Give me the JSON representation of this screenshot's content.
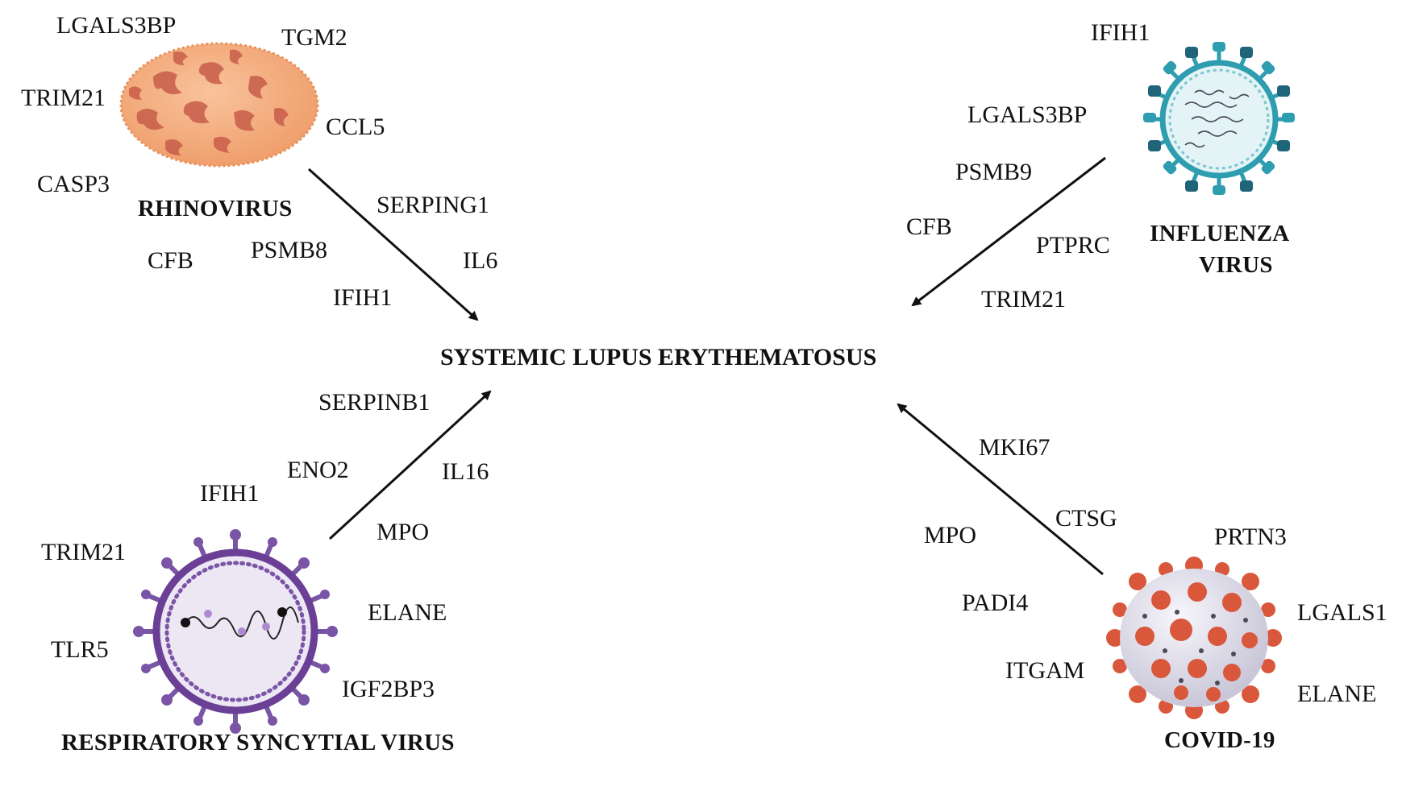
{
  "center": {
    "title": "SYSTEMIC LUPUS ERYTHEMATOSUS"
  },
  "rhinovirus": {
    "title": "RHINOVIRUS",
    "genes": [
      "LGALS3BP",
      "TGM2",
      "TRIM21",
      "CCL5",
      "CASP3",
      "SERPING1",
      "CFB",
      "PSMB8",
      "IL6",
      "IFIH1"
    ]
  },
  "influenza": {
    "title_line1": "INFLUENZA",
    "title_line2": "VIRUS",
    "genes": [
      "IFIH1",
      "LGALS3BP",
      "PSMB9",
      "CFB",
      "PTPRC",
      "TRIM21"
    ]
  },
  "rsv": {
    "title": "RESPIRATORY SYNCYTIAL VIRUS",
    "genes": [
      "SERPINB1",
      "ENO2",
      "IL16",
      "IFIH1",
      "MPO",
      "TRIM21",
      "ELANE",
      "TLR5",
      "IGF2BP3"
    ]
  },
  "covid": {
    "title": "COVID-19",
    "genes": [
      "MKI67",
      "CTSG",
      "MPO",
      "PRTN3",
      "PADI4",
      "LGALS1",
      "ITGAM",
      "ELANE"
    ]
  },
  "colors": {
    "rhino_fill": "#f6b283",
    "rhino_spot": "#c85d4a",
    "flu_main": "#2e9db0",
    "flu_dark": "#1f6478",
    "rsv_main": "#7a55a6",
    "rsv_inner": "#ede7f4",
    "covid_spike": "#d9573b",
    "covid_body": "#e8e6f0"
  }
}
